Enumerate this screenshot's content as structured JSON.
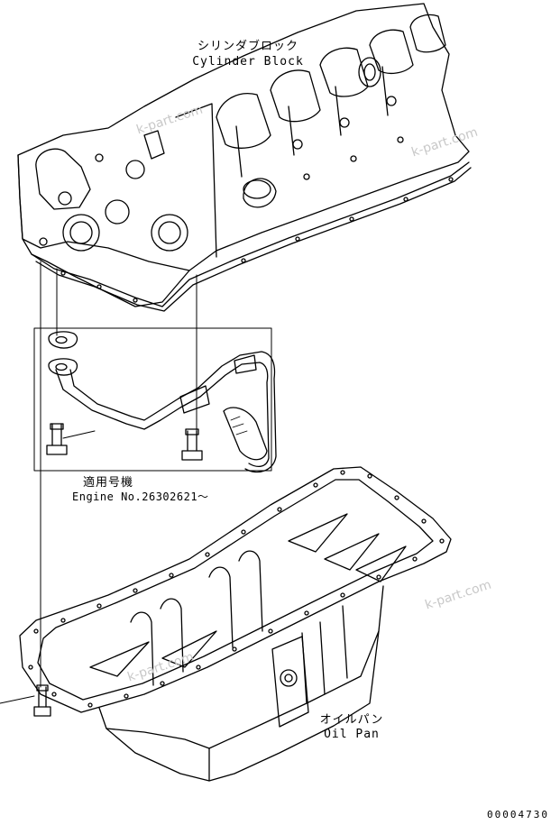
{
  "labels": {
    "cylinder_block_jp": "シリンダブロック",
    "cylinder_block_en": "Cylinder Block",
    "applicable_jp": "適用号機",
    "engine_no": "Engine No.26302621～",
    "oil_pan_jp": "オイルパン",
    "oil_pan_en": "Oil Pan",
    "drawing_number": "00004730"
  },
  "watermarks": [
    "k-part.com",
    "k-part.com",
    "k-part.com",
    "k-part.com"
  ]
}
